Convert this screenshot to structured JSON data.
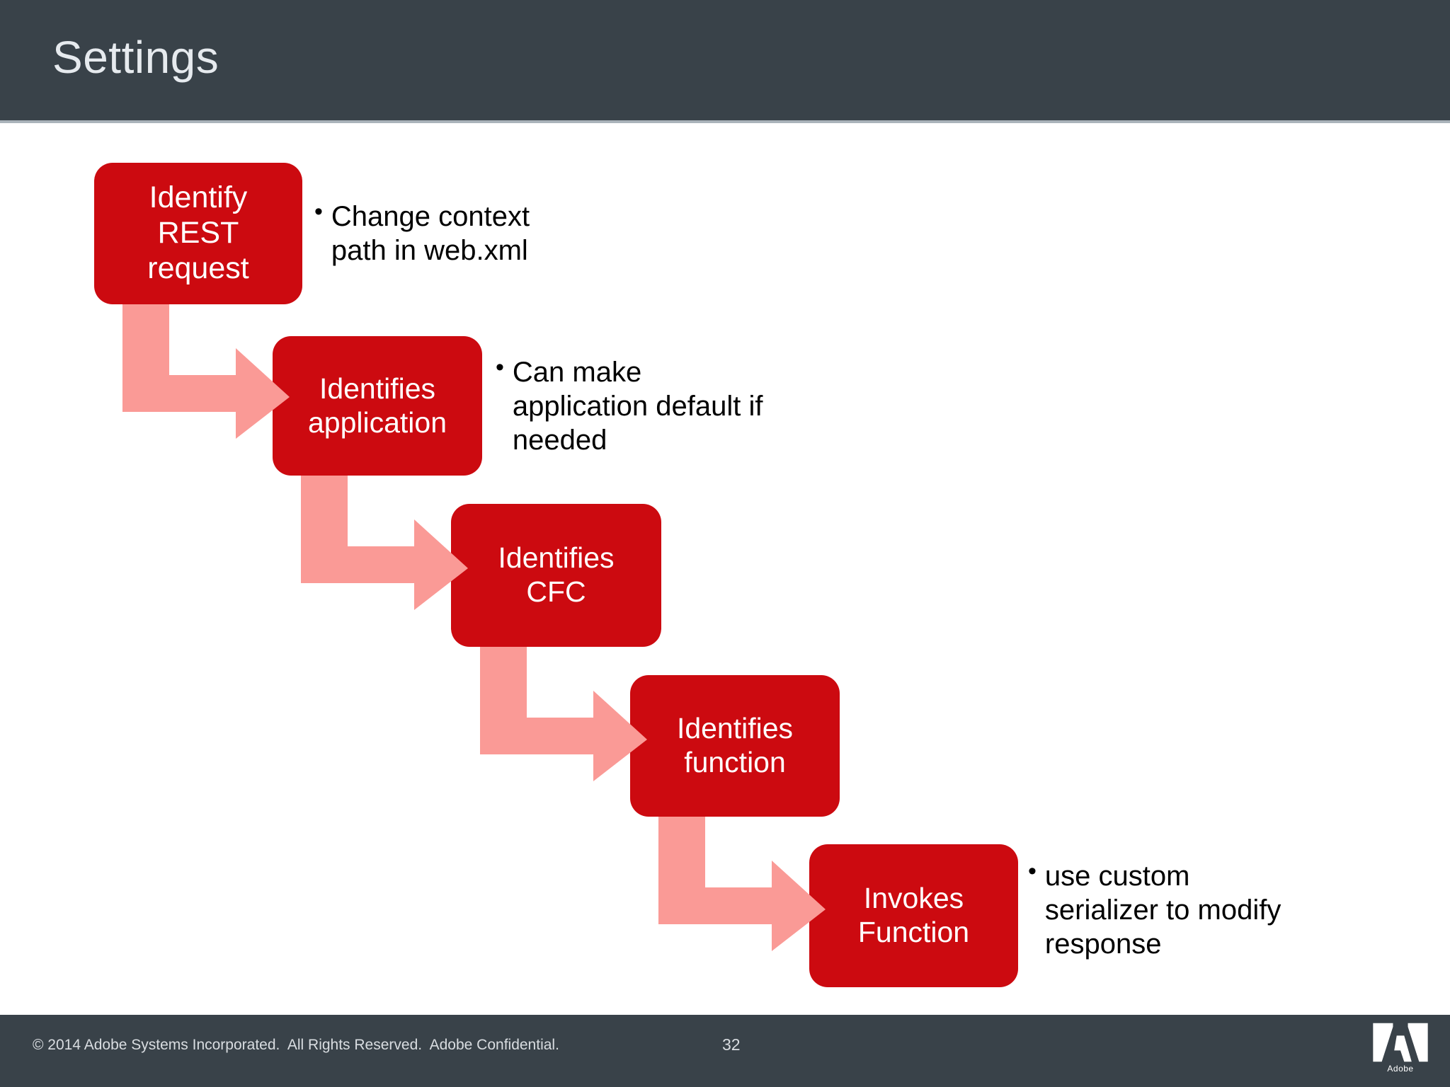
{
  "slide": {
    "title": "Settings",
    "background_color": "#ffffff",
    "title_bar_color": "#394249",
    "accent_color": "#CC0A10",
    "arrow_color": "#FA9A96"
  },
  "flow": {
    "boxes": [
      {
        "id": "box-1",
        "label": "Identify\nREST\nrequest"
      },
      {
        "id": "box-2",
        "label": "Identifies\napplication"
      },
      {
        "id": "box-3",
        "label": "Identifies\nCFC"
      },
      {
        "id": "box-4",
        "label": "Identifies\nfunction"
      },
      {
        "id": "box-5",
        "label": "Invokes\nFunction"
      }
    ],
    "arrows": [
      {
        "id": "arrow-1",
        "from": "box-1",
        "to": "box-2",
        "shape": "elbow-down-right"
      },
      {
        "id": "arrow-2",
        "from": "box-2",
        "to": "box-3",
        "shape": "elbow-down-right"
      },
      {
        "id": "arrow-3",
        "from": "box-3",
        "to": "box-4",
        "shape": "elbow-down-right"
      },
      {
        "id": "arrow-4",
        "from": "box-4",
        "to": "box-5",
        "shape": "elbow-down-right"
      }
    ]
  },
  "notes": [
    {
      "id": "note-1",
      "bullet": "•",
      "text": "Change context\npath in web.xml"
    },
    {
      "id": "note-2",
      "bullet": "•",
      "text": "Can make\napplication default if\nneeded"
    },
    {
      "id": "note-3",
      "bullet": "•",
      "text": "use custom\nserializer to modify\nresponse"
    }
  ],
  "footer": {
    "copyright": "© 2014 Adobe Systems Incorporated.  All Rights Reserved.  Adobe Confidential.",
    "page_number": "32",
    "logo_wordmark": "Adobe"
  }
}
